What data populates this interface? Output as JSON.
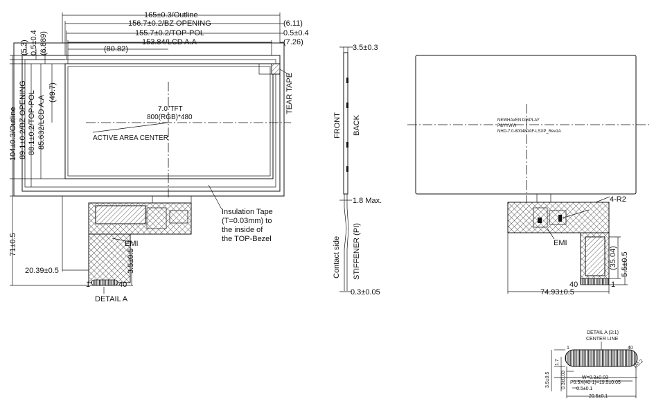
{
  "front_view": {
    "dim_outline_w": "165±0.3/Outline",
    "dim_bz_w": "156.7±0.2/BZ OPENING",
    "dim_toppol_w": "155.7±0.2/TOP-POL",
    "dim_lcd_w": "153.84/LCD A.A",
    "dim_r611": "(6.11)",
    "dim_r05": "0.5±0.4",
    "dim_r726": "(7.26)",
    "dim_8082": "(80.82)",
    "dim_53": "(5.3)",
    "dim_05v": "0.5±0.4",
    "dim_6889": "(6.889)",
    "dim_outline_h": "104±0.3/Outline",
    "dim_bz_h": "89.1±0.2/BZ OPENING",
    "dim_toppol_h": "88.1±0.2/TOP-POL",
    "dim_lcd_h": "85.632/LCD A.A",
    "dim_497": "(49.7)",
    "center_line1": "7.0\"TFT",
    "center_line2": "800(RGB)*480",
    "active_center": "ACTIVE AREA CENTER",
    "tear_tape": "TEAR TAPE",
    "insulation1": "Insulation Tape",
    "insulation2": "(T=0.03mm) to",
    "insulation3": "the inside of",
    "insulation4": "the TOP-Bezel",
    "emi": "EMI",
    "dim_71": "71±0.5",
    "dim_35": "3.5±0.5",
    "dim_2039": "20.39±0.5",
    "pin_1": "1",
    "pin_40": "40",
    "detail_a": "DETAIL A"
  },
  "side_view": {
    "dim_35": "3.5±0.3",
    "front": "FRONT",
    "back": "BACK",
    "dim_18": "1.8 Max.",
    "contact_side": "Contact side",
    "stiffener": "STIFFENER (PI)",
    "dim_03": "0.3±0.05"
  },
  "back_view": {
    "label1": "NEWHAVEN DISPLAY",
    "label2": "P&YYWW",
    "label3": "NHD-7.0-800480AF-LSXP_Rev1A",
    "dim_4r2": "4-R2",
    "emi": "EMI",
    "dim_3504": "(35.04)",
    "dim_55": "5.5±0.5",
    "pin_40": "40",
    "pin_1": "1",
    "dim_7493": "74.93±0.5"
  },
  "detail": {
    "title": "DETAIL A (3:1)",
    "center_line": "CENTER LINE",
    "pin_1": "1",
    "pin_40": "40",
    "dim_r02": "R0.2",
    "dim_w": "W=0.3±0.03",
    "dim_pitch": "P0.5X(40-1)=19.5±0.05",
    "dim_05": "0.5±0.1",
    "dim_205": "20.5±0.1",
    "dim_35": "3.5±0.5",
    "dim_17": "1.7",
    "dim_03": "0.3±0.03"
  }
}
